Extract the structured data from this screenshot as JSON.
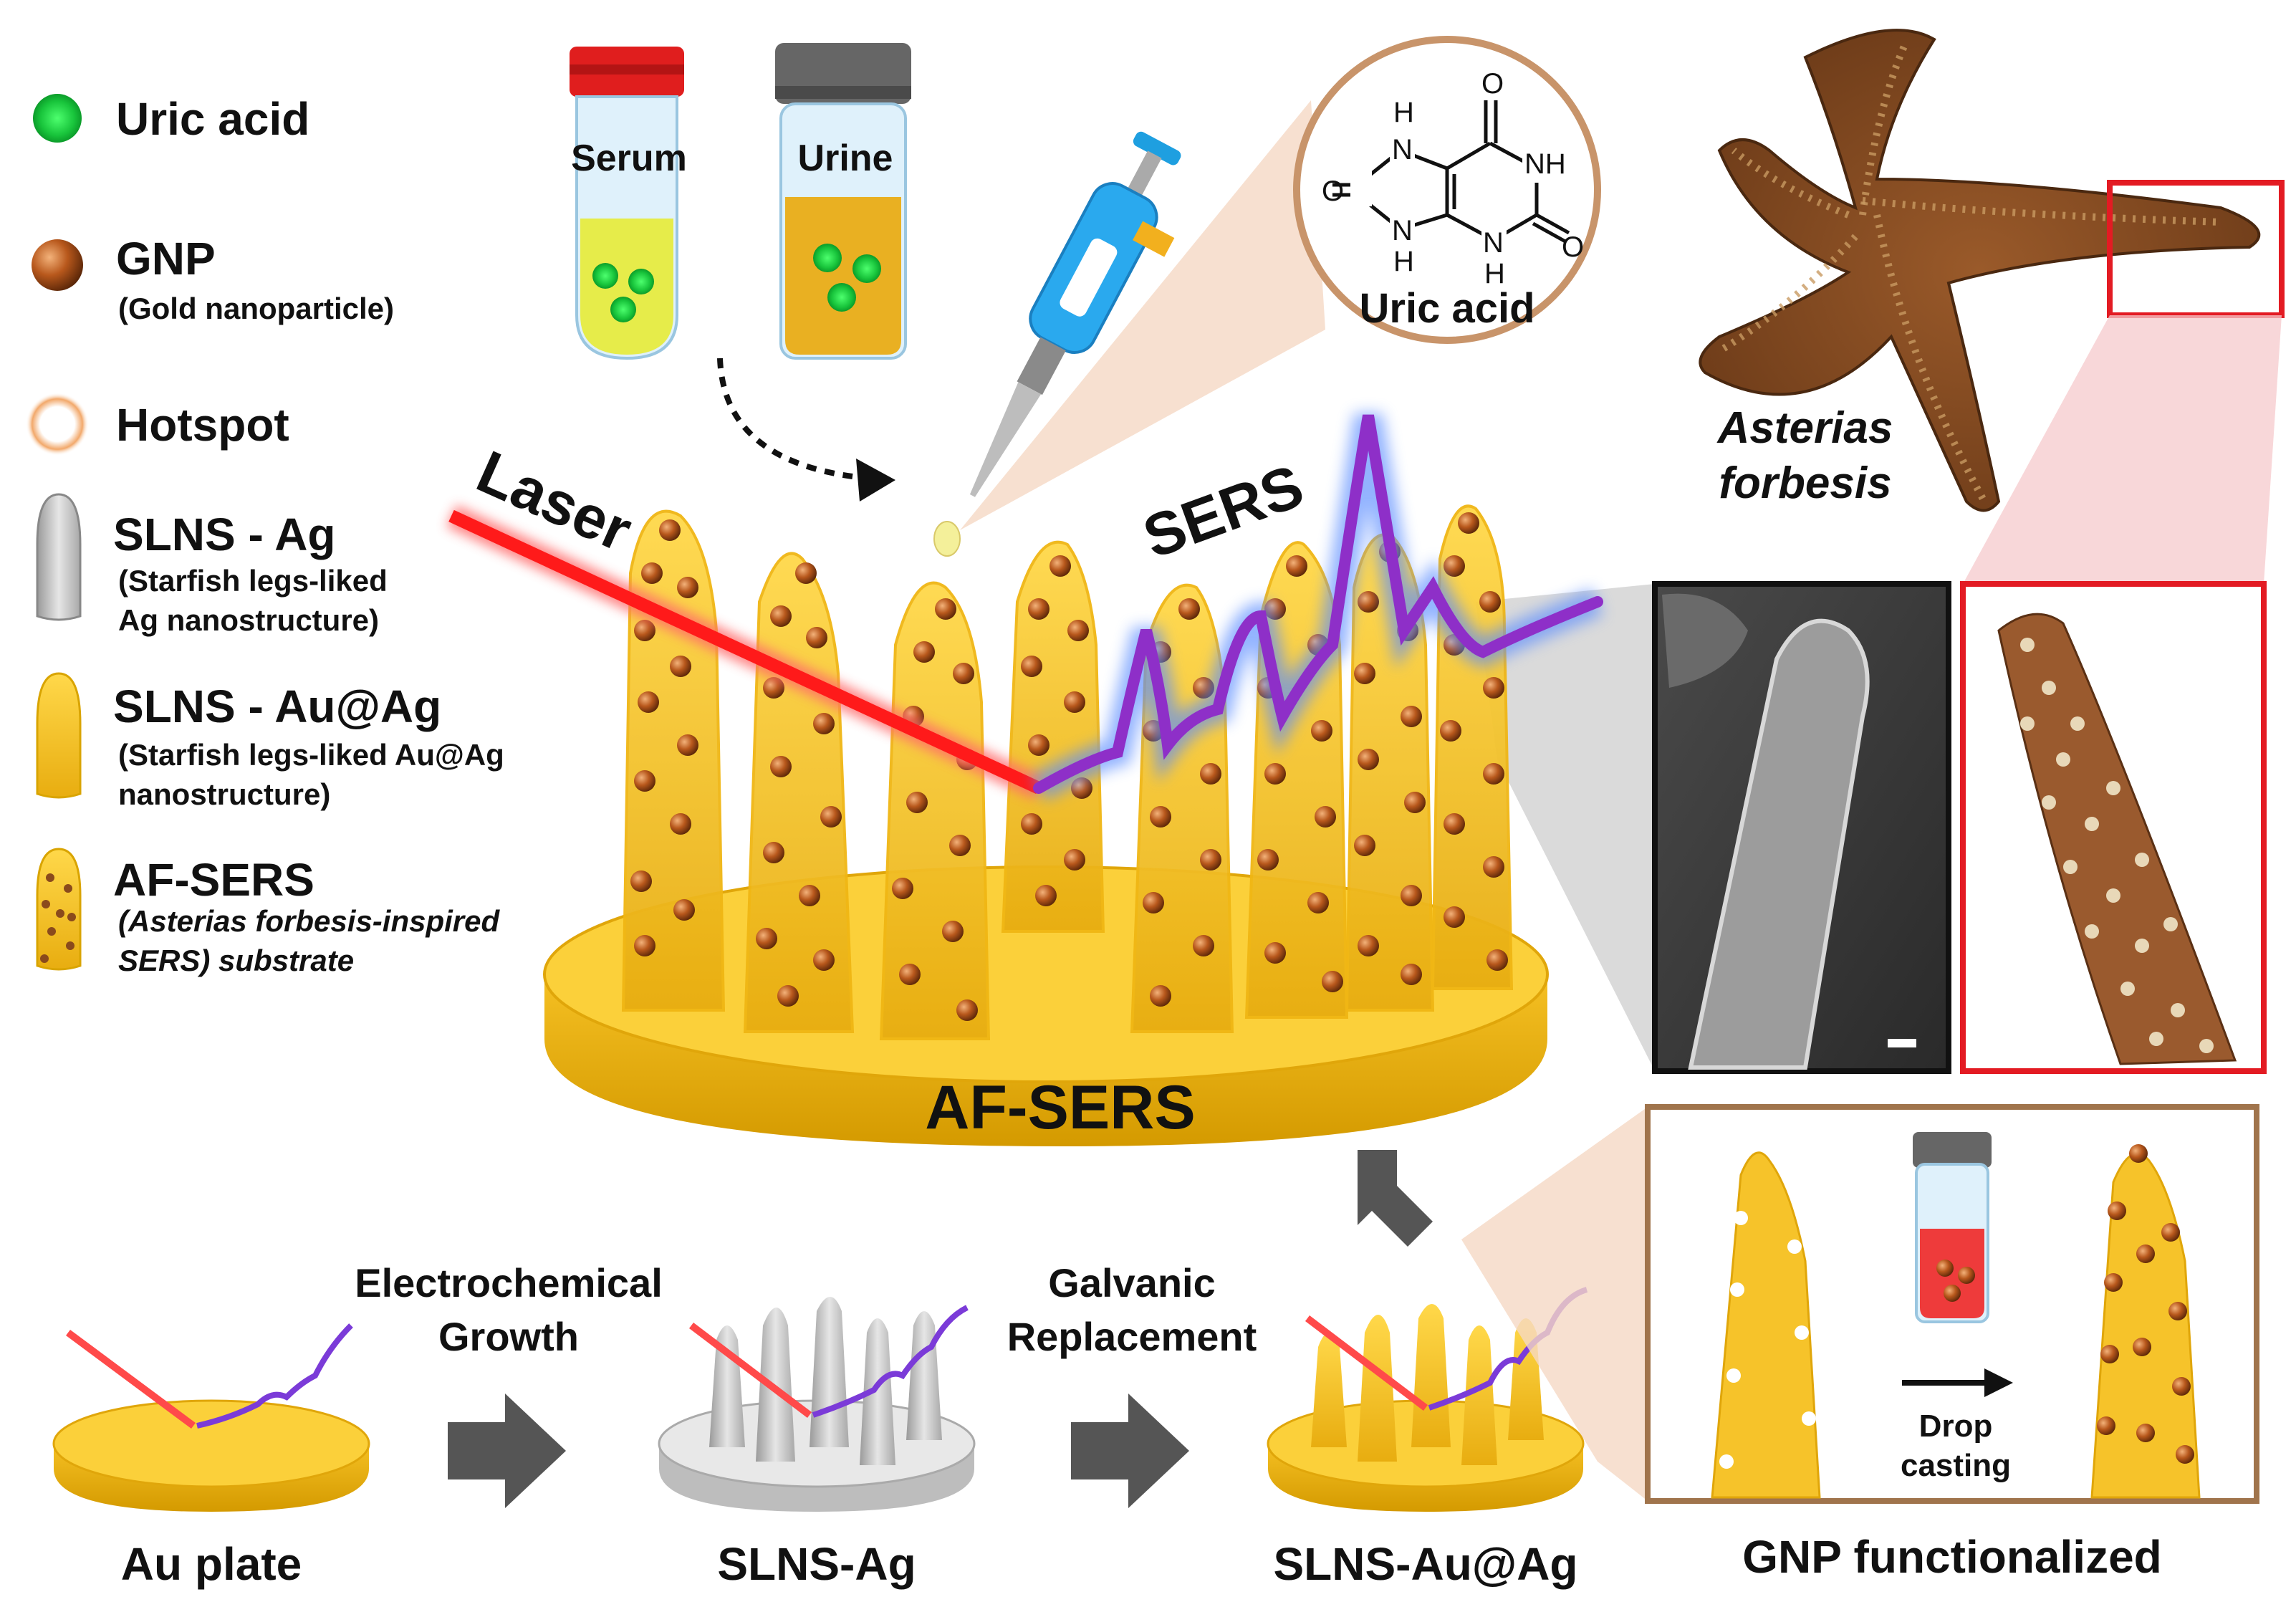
{
  "legend": {
    "uric_acid": "Uric acid",
    "gnp": "GNP",
    "gnp_desc": "(Gold nanoparticle)",
    "hotspot": "Hotspot",
    "slns_ag": "SLNS - Ag",
    "slns_ag_desc_1": "(Starfish legs-liked",
    "slns_ag_desc_2": "Ag nanostructure)",
    "slns_auag": "SLNS - Au@Ag",
    "slns_auag_desc_1": "(Starfish legs-liked Au@Ag",
    "slns_auag_desc_2": "nanostructure)",
    "af_sers": "AF-SERS",
    "af_sers_desc_1": "(Asterias forbesis-inspired",
    "af_sers_desc_2": "SERS) substrate"
  },
  "samples": {
    "serum": "Serum",
    "urine": "Urine"
  },
  "molecule": {
    "title": "Uric acid",
    "atom_o": "O",
    "atom_h": "H",
    "atom_nh": "NH",
    "atom_n": "N"
  },
  "starfish": {
    "name_1": "Asterias",
    "name_2": "forbesis"
  },
  "main": {
    "laser": "Laser",
    "sers": "SERS",
    "substrate": "AF-SERS"
  },
  "gnp_panel": {
    "drop": "Drop",
    "casting": "casting",
    "caption": "GNP functionalized"
  },
  "process": {
    "step1_label": "Au plate",
    "arrow1_1": "Electrochemical",
    "arrow1_2": "Growth",
    "step2_label": "SLNS-Ag",
    "arrow2_1": "Galvanic",
    "arrow2_2": "Replacement",
    "step3_label": "SLNS-Au@Ag"
  },
  "colors": {
    "gold": "#f6c32a",
    "gold_dark": "#d9a400",
    "gnp": "#b0531a",
    "laser": "#ff1a1a",
    "sers_trace": "#8e2fc8",
    "frame_red": "#e31b23",
    "frame_brown": "#a0744c",
    "uric_green": "#2bd94f",
    "silver": "#c8c8c8"
  }
}
